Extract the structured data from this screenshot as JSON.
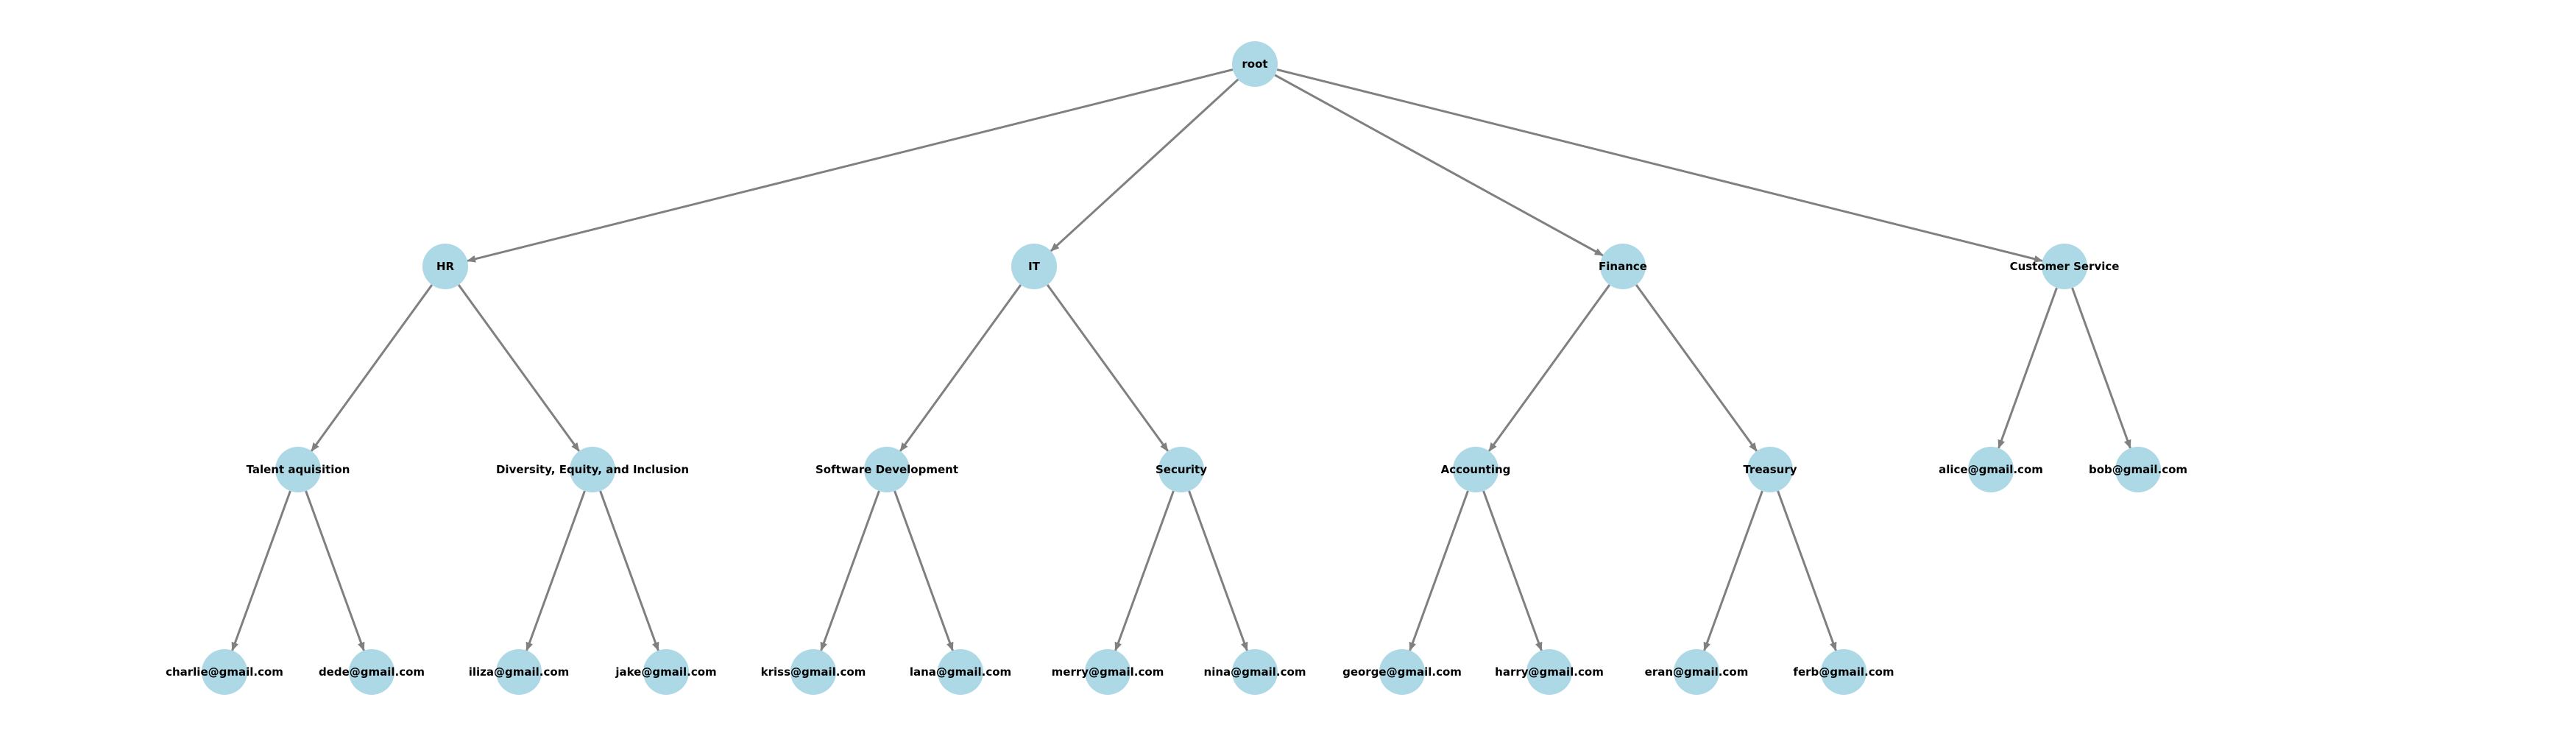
{
  "diagram": {
    "type": "tree",
    "node_color": "#add8e6",
    "edge_color": "#808080",
    "label_color": "#000000",
    "root": {
      "label": "root",
      "children": [
        {
          "label": "HR",
          "children": [
            {
              "label": "Talent aquisition",
              "children": [
                {
                  "label": "charlie@gmail.com"
                },
                {
                  "label": "dede@gmail.com"
                }
              ]
            },
            {
              "label": "Diversity, Equity, and Inclusion",
              "children": [
                {
                  "label": "iliza@gmail.com"
                },
                {
                  "label": "jake@gmail.com"
                }
              ]
            }
          ]
        },
        {
          "label": "IT",
          "children": [
            {
              "label": "Software Development",
              "children": [
                {
                  "label": "kriss@gmail.com"
                },
                {
                  "label": "lana@gmail.com"
                }
              ]
            },
            {
              "label": "Security",
              "children": [
                {
                  "label": "merry@gmail.com"
                },
                {
                  "label": "nina@gmail.com"
                }
              ]
            }
          ]
        },
        {
          "label": "Finance",
          "children": [
            {
              "label": "Accounting",
              "children": [
                {
                  "label": "george@gmail.com"
                },
                {
                  "label": "harry@gmail.com"
                }
              ]
            },
            {
              "label": "Treasury",
              "children": [
                {
                  "label": "eran@gmail.com"
                },
                {
                  "label": "ferb@gmail.com"
                }
              ]
            }
          ]
        },
        {
          "label": "Customer Service",
          "children": [
            {
              "label": "alice@gmail.com"
            },
            {
              "label": "bob@gmail.com"
            }
          ]
        }
      ]
    }
  }
}
